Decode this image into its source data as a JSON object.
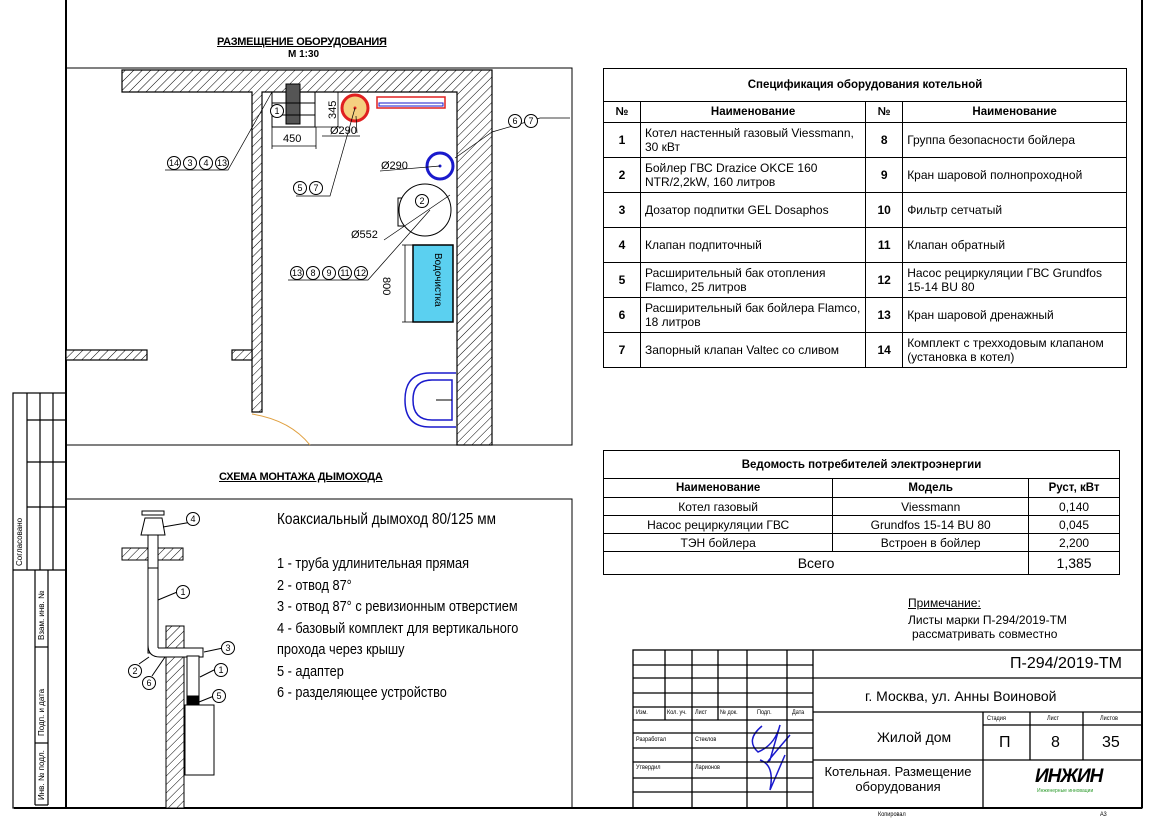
{
  "plan": {
    "title": "РАЗМЕЩЕНИЕ ОБОРУДОВАНИЯ",
    "scale": "М 1:30",
    "dims": {
      "d1": "Ø290",
      "d2": "Ø290",
      "d3": "Ø552",
      "w": "450",
      "h": "345",
      "len": "800"
    },
    "callouts": {
      "a": [
        "14",
        "3",
        "4",
        "13"
      ],
      "b": [
        "5",
        "7"
      ],
      "c": [
        "6",
        "7"
      ],
      "d": [
        "13",
        "8",
        "9",
        "11",
        "12"
      ],
      "boiler": "1",
      "tank": "2"
    },
    "water_treatment": "Водочистка"
  },
  "chimney": {
    "title": "СХЕМА МОНТАЖА ДЫМОХОДА",
    "heading": "Коаксиальный дымоход 80/125 мм",
    "legend": [
      "1 - труба удлинительная прямая",
      "2 - отвод 87°",
      "3 - отвод 87° с ревизионным отверстием",
      "4 - базовый комплект для вертикального",
      "прохода через крышу",
      "5 - адаптер",
      "6 - разделяющее устройство"
    ],
    "callouts": [
      "4",
      "1",
      "3",
      "1",
      "5",
      "2",
      "6"
    ]
  },
  "spec": {
    "title": "Спецификация оборудования котельной",
    "headers": [
      "№",
      "Наименование",
      "№",
      "Наименование"
    ],
    "rows": [
      [
        "1",
        "Котел настенный газовый Viessmann, 30 кВт",
        "8",
        "Группа безопасности бойлера"
      ],
      [
        "2",
        "Бойлер ГВС  Drazice OKCE 160 NTR/2,2kW, 160 литров",
        "9",
        "Кран шаровой полнопроходной"
      ],
      [
        "3",
        "Дозатор подпитки GEL Dosaphos",
        "10",
        "Фильтр сетчатый"
      ],
      [
        "4",
        "Клапан подпиточный",
        "11",
        "Клапан обратный"
      ],
      [
        "5",
        "Расширительный бак отопления Flamco, 25 литров",
        "12",
        "Насос рециркуляции ГВС Grundfos 15-14 BU 80"
      ],
      [
        "6",
        "Расширительный бак бойлера Flamco, 18 литров",
        "13",
        "Кран шаровой дренажный"
      ],
      [
        "7",
        "Запорный клапан Valtec со сливом",
        "14",
        "Комплект с трехходовым клапаном (установка в котел)"
      ]
    ]
  },
  "power": {
    "title": "Ведомость потребителей электроэнергии",
    "headers": [
      "Наименование",
      "Модель",
      "Руст, кВт"
    ],
    "rows": [
      [
        "Котел газовый",
        "Viessmann",
        "0,140"
      ],
      [
        "Насос рециркуляции ГВС",
        "Grundfos 15-14 BU 80",
        "0,045"
      ],
      [
        "ТЭН бойлера",
        "Встроен в бойлер",
        "2,200"
      ]
    ],
    "total_label": "Всего",
    "total_value": "1,385"
  },
  "note": {
    "label": "Примечание:",
    "line1": "Листы марки П-294/2019-ТМ",
    "line2": "рассматривать совместно"
  },
  "title_block": {
    "code": "П-294/2019-ТМ",
    "address": "г. Москва, ул. Анны Воиновой",
    "object": "Жилой дом",
    "sheet_title": "Котельная. Размещение оборудования",
    "col_headers": [
      "Изм.",
      "Кол. уч.",
      "Лист",
      "№ док.",
      "Подп.",
      "Дата"
    ],
    "developed_label": "Разработал",
    "developed_name": "Стеклов",
    "approved_label": "Утвердил",
    "approved_name": "Ларионов",
    "stage_label": "Стадия",
    "sheet_label": "Лист",
    "sheets_label": "Листов",
    "stage": "П",
    "sheet": "8",
    "sheets": "35",
    "logo": "ИНЖИН",
    "logo_sub": "Инженерные инновации",
    "copied": "Копировал",
    "format": "А3"
  },
  "side_stamp": {
    "agreed": "Согласовано",
    "replace": "Взам. инв. №",
    "sign_date": "Подп. и дата",
    "inv": "Инв. № подл."
  },
  "colors": {
    "red": "#e02020",
    "orange": "#f5d080",
    "blue": "#1a1acc",
    "cyan": "#5bd0f0"
  }
}
